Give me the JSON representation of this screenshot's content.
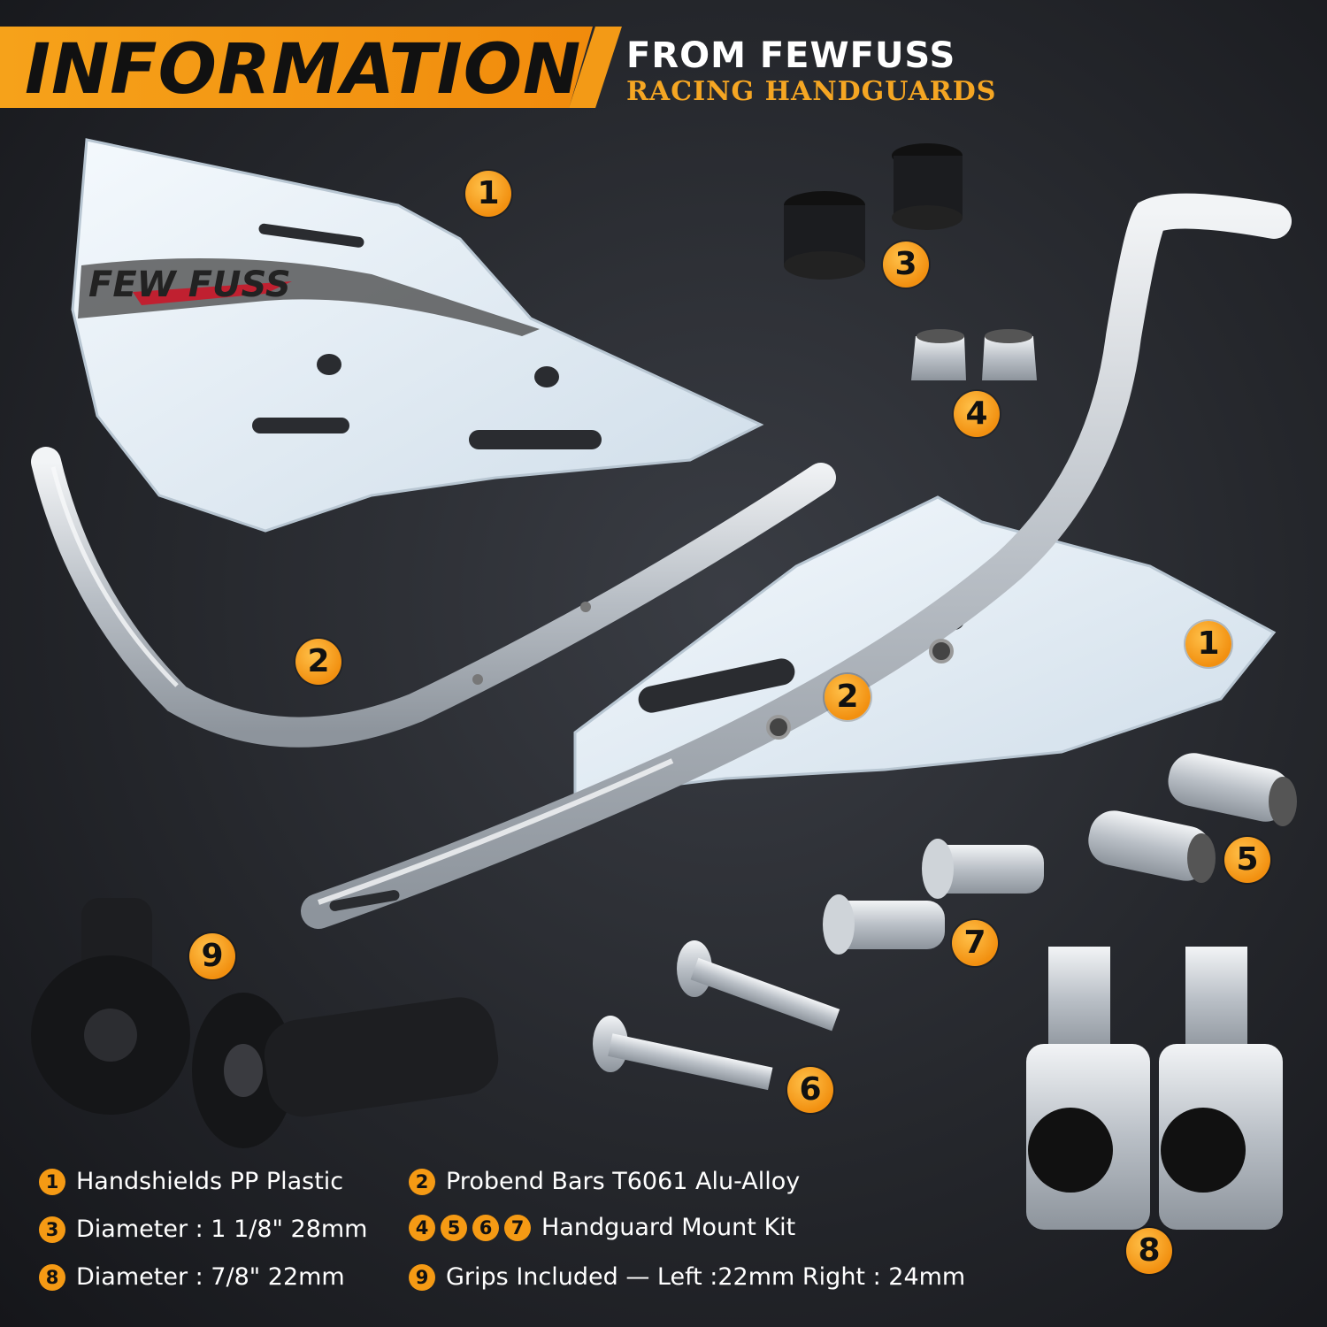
{
  "header": {
    "title": "INFORMATION",
    "brand_line1": "FROM FEWFUSS",
    "brand_line2": "RACING HANDGUARDS"
  },
  "logo_text": "FEW FUSS",
  "callouts": [
    "1",
    "1",
    "2",
    "2",
    "3",
    "4",
    "5",
    "6",
    "7",
    "8",
    "9"
  ],
  "legend": {
    "handshields": {
      "num": "1",
      "text": "Handshields PP Plastic"
    },
    "probend": {
      "num": "2",
      "text": "Probend Bars T6061 Alu-Alloy"
    },
    "diameter_large": {
      "num": "3",
      "text": "Diameter : 1  1/8\" 28mm"
    },
    "mount_kit": {
      "nums": [
        "4",
        "5",
        "6",
        "7"
      ],
      "text": "Handguard Mount Kit"
    },
    "diameter_small": {
      "num": "8",
      "text": "Diameter :  7/8\" 22mm"
    },
    "grips": {
      "num": "9",
      "text": "Grips Included — Left :22mm  Right : 24mm"
    }
  },
  "colors": {
    "accent": "#f59a14",
    "background": "#25272c",
    "text": "#ffffff"
  }
}
